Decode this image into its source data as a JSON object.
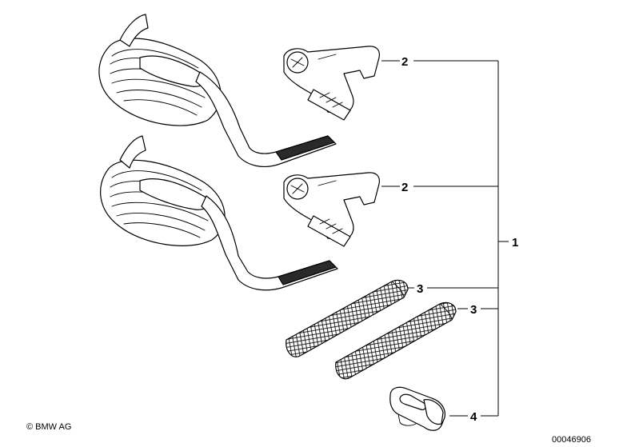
{
  "callouts": {
    "c1": "1",
    "c2a": "2",
    "c2b": "2",
    "c3a": "3",
    "c3b": "3",
    "c4": "4"
  },
  "footer": {
    "copyright": "© BMW AG",
    "drawing_number": "00046906"
  }
}
